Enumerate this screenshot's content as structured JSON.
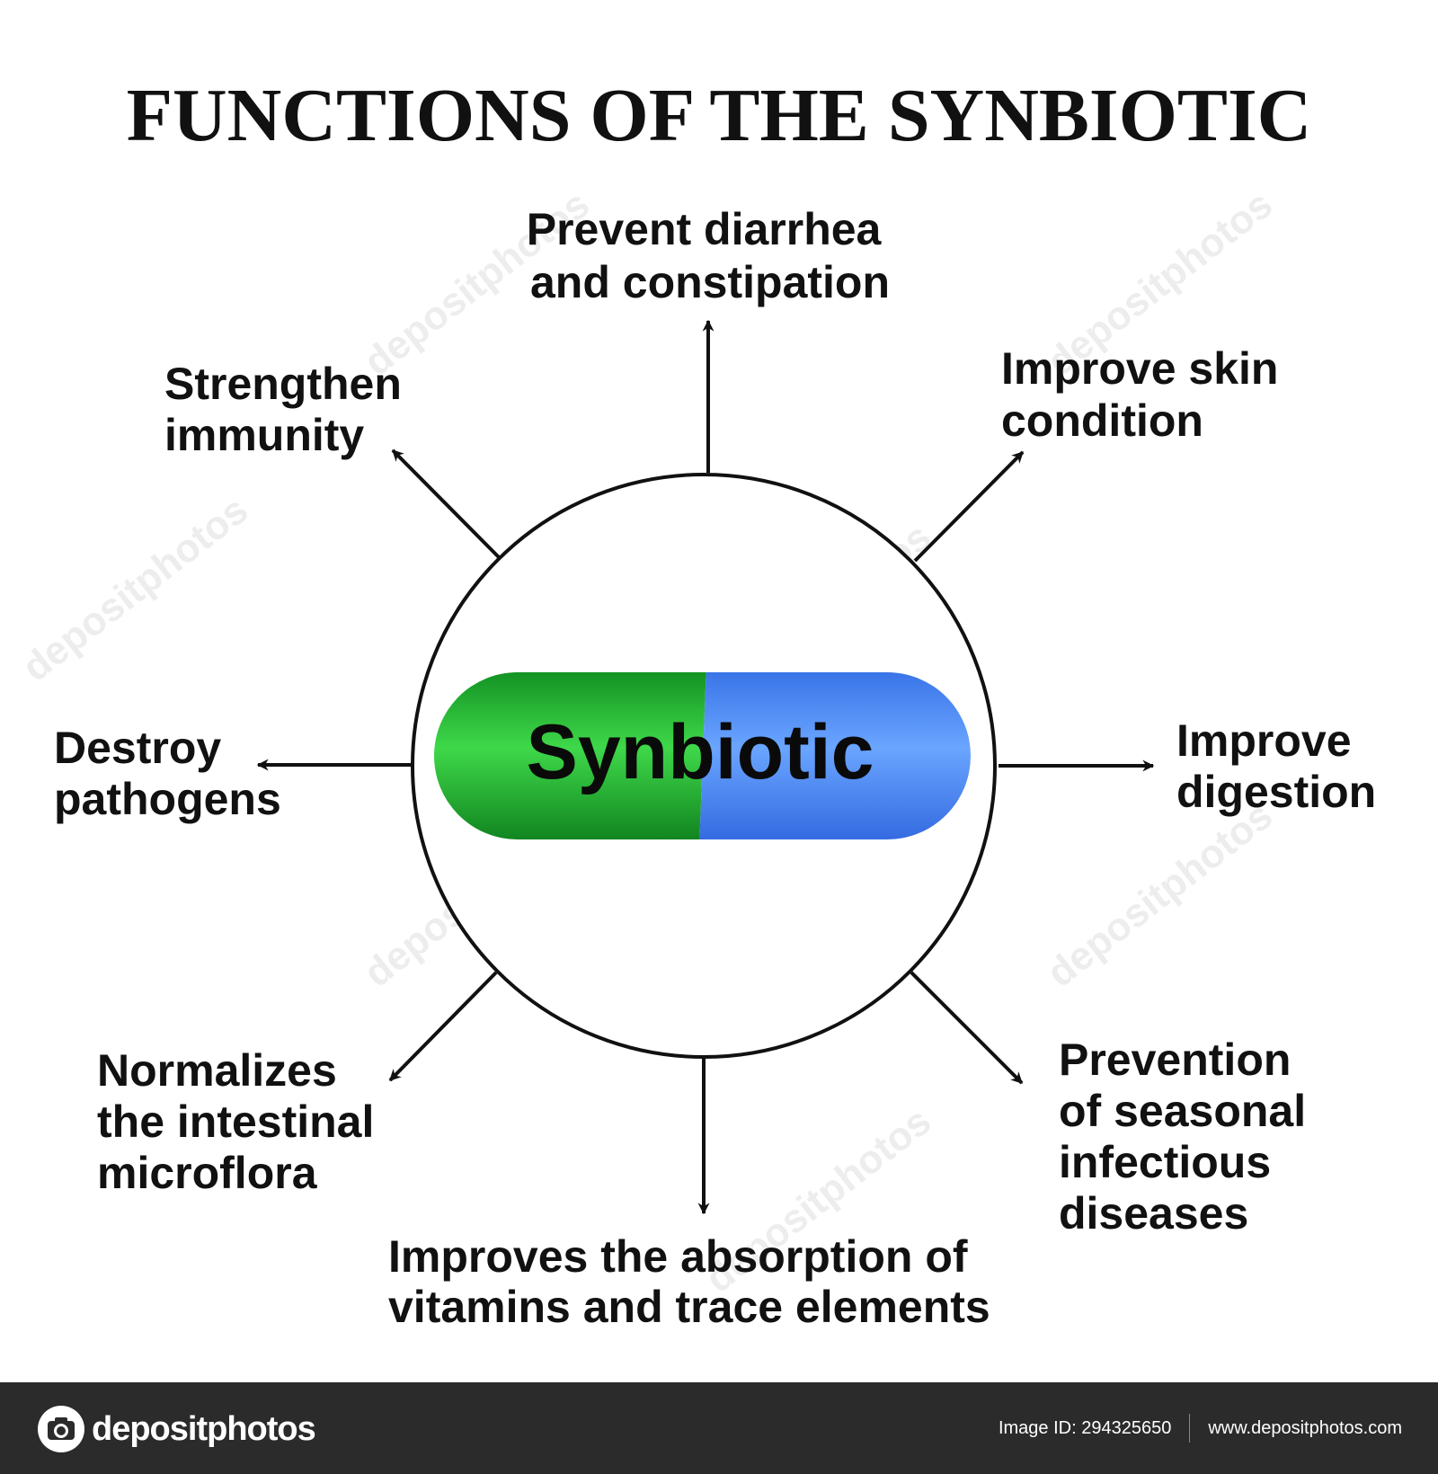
{
  "title": "FUNCTIONS OF THE SYNBIOTIC",
  "center": {
    "label": "Synbiotic",
    "capsule_colors": {
      "left": "#2db83a",
      "right": "#4f8ff0"
    }
  },
  "functions": [
    {
      "id": "top",
      "lines": [
        "Prevent diarrhea",
        "and constipation"
      ]
    },
    {
      "id": "top-right",
      "lines": [
        "Improve skin",
        "condition"
      ]
    },
    {
      "id": "right",
      "lines": [
        "Improve",
        "digestion"
      ]
    },
    {
      "id": "bottom-right",
      "lines": [
        "Prevention",
        "of seasonal",
        "infectious",
        "diseases"
      ]
    },
    {
      "id": "bottom",
      "lines": [
        "Improves the absorption of",
        "vitamins and trace elements"
      ]
    },
    {
      "id": "bottom-left",
      "lines": [
        "Normalizes",
        "the intestinal",
        "microflora"
      ]
    },
    {
      "id": "left",
      "lines": [
        "Destroy",
        "pathogens"
      ]
    },
    {
      "id": "top-left",
      "lines": [
        "Strengthen",
        "immunity"
      ]
    }
  ],
  "watermark": "depositphotos",
  "footer": {
    "brand": "depositphotos",
    "image_id": "Image ID: 294325650",
    "site": "www.depositphotos.com"
  }
}
